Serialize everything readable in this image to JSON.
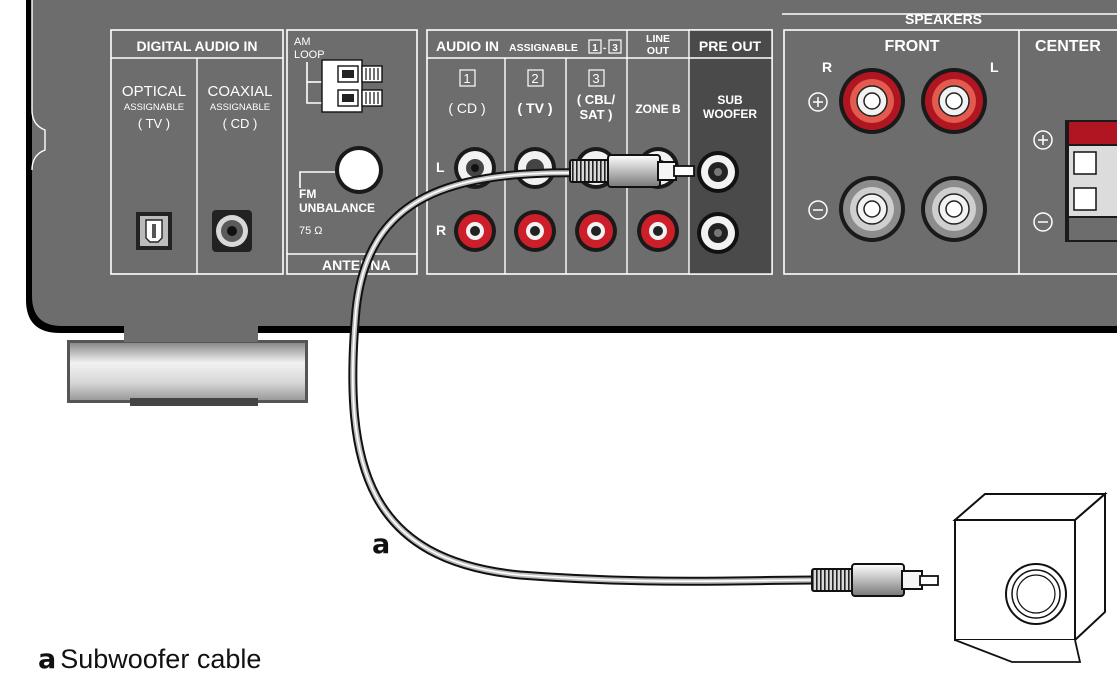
{
  "colors": {
    "panel": "#6d6d6d",
    "panel_dark": "#4a4a4a",
    "line": "#ffffff",
    "rca_red": "#cc1f2a",
    "speaker_red": "#b01622"
  },
  "digital_audio_in": {
    "header": "DIGITAL AUDIO IN",
    "optical": {
      "name": "OPTICAL",
      "assign": "ASSIGNABLE",
      "source": "( TV )"
    },
    "coaxial": {
      "name": "COAXIAL",
      "assign": "ASSIGNABLE",
      "source": "( CD )"
    }
  },
  "antenna": {
    "am": "AM",
    "loop": "LOOP",
    "fm": "FM",
    "unbalance": "UNBALANCE",
    "ohm": "75 Ω",
    "footer": "ANTENNA"
  },
  "audio_in": {
    "header": "AUDIO IN",
    "assignable": "ASSIGNABLE",
    "range_start": "1",
    "range_dash": "-",
    "range_end": "3",
    "inputs": [
      {
        "num": "1",
        "label": "( CD )"
      },
      {
        "num": "2",
        "label": "( TV )"
      },
      {
        "num": "3",
        "label_line1": "( CBL/",
        "label_line2": "SAT )"
      }
    ],
    "left": "L",
    "right": "R"
  },
  "line_out": {
    "header_line1": "LINE",
    "header_line2": "OUT",
    "zone": "ZONE B"
  },
  "pre_out": {
    "header": "PRE OUT",
    "sub_line1": "SUB",
    "sub_line2": "WOOFER"
  },
  "speakers": {
    "header": "SPEAKERS",
    "front": "FRONT",
    "center": "CENTER",
    "r": "R",
    "l": "L",
    "plus": "+",
    "minus": "−"
  },
  "diagram": {
    "cable_marker": "a",
    "caption_marker": "a",
    "caption_text": "Subwoofer cable"
  }
}
